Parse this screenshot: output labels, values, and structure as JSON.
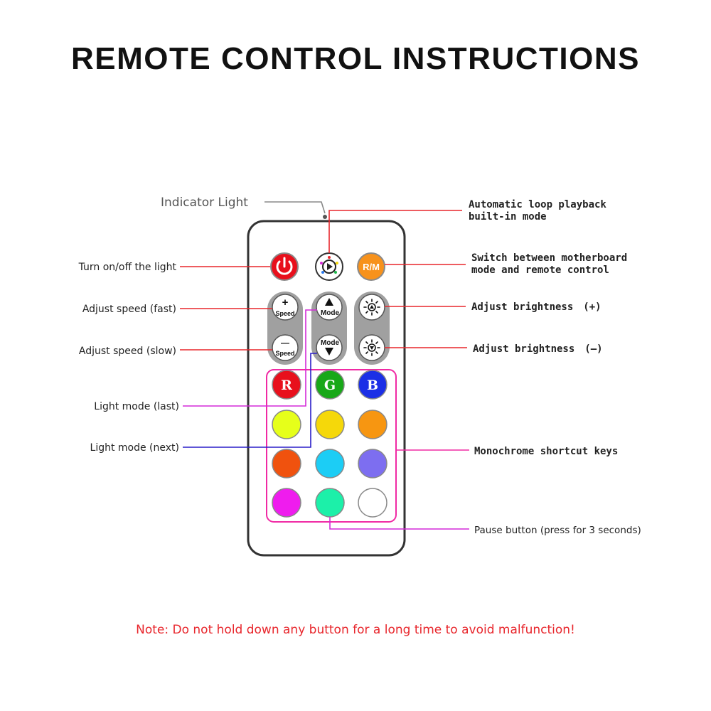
{
  "title": "REMOTE CONTROL INSTRUCTIONS",
  "note": "Note: Do not hold down any button for a long time to avoid malfunction!",
  "labels": {
    "indicator": "Indicator Light",
    "auto_loop_1": "Automatic loop playback",
    "auto_loop_2": "built-in mode",
    "power": "Turn on/off the light",
    "rm_1": "Switch between motherboard",
    "rm_2": "mode and remote control",
    "speed_fast": "Adjust speed (fast)",
    "speed_slow": "Adjust speed (slow)",
    "bright_up": "Adjust brightness　(+)",
    "bright_down": "Adjust brightness　(—)",
    "mode_last": "Light mode (last)",
    "mode_next": "Light mode (next)",
    "mono": "Monochrome shortcut keys",
    "pause": "Pause button (press for 3 seconds)"
  },
  "buttons": {
    "rm": "R/M",
    "speed_plus_sym": "+",
    "speed_minus_sym": "—",
    "speed": "Speed",
    "mode": "Mode",
    "r": "R",
    "g": "G",
    "b": "B"
  },
  "colors": {
    "power_red": "#e8101c",
    "rm_orange": "#f7921c",
    "leader_red": "#e8262c",
    "leader_magenta": "#d42ad8",
    "leader_blue": "#2a1ec8",
    "leader_pink": "#f02aa4",
    "swatches": [
      "#e6ff1a",
      "#f5d80a",
      "#f79611",
      "#f0520e",
      "#1ccdf5",
      "#7d6ef0",
      "#ef1cee",
      "#1cf0a9",
      "#ffffff"
    ]
  }
}
